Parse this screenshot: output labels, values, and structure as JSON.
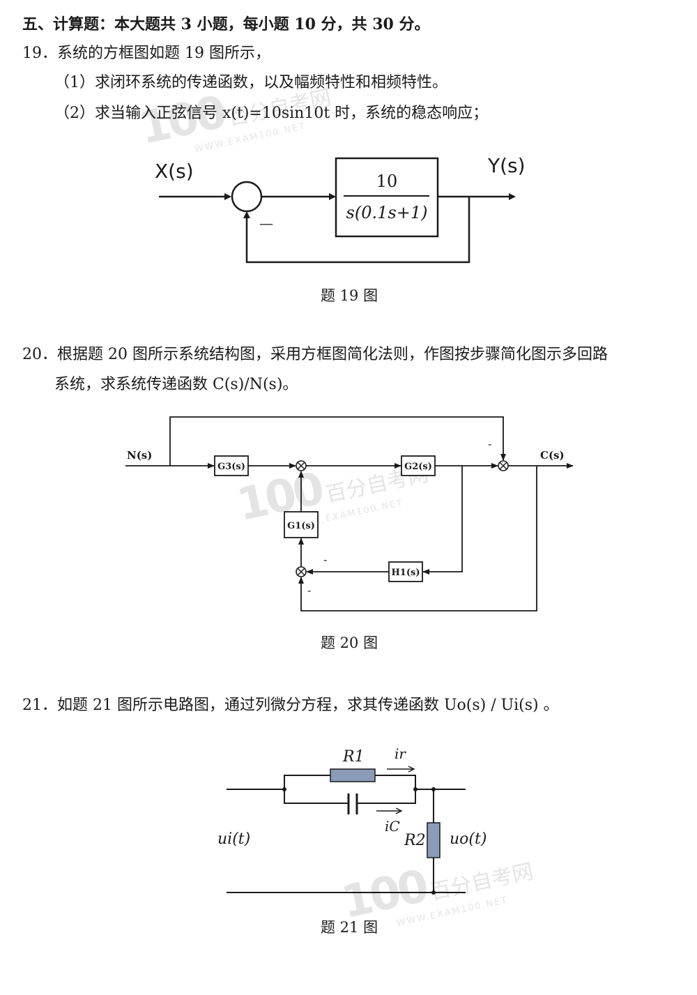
{
  "section": {
    "heading": "五、计算题：本大题共 3 小题，每小题 10 分，共 30 分。"
  },
  "q19": {
    "stem": "19．系统的方框图如题 19 图所示，",
    "part1": "（1）求闭环系统的传递函数，以及幅频特性和相频特性。",
    "part2": "（2）求当输入正弦信号 x(t)=10sin10t 时，系统的稳态响应；",
    "fig": {
      "input_label": "X(s)",
      "output_label": "Y(s)",
      "tf_numerator": "10",
      "tf_denominator": "s(0.1s+1)",
      "feedback_sign": "—",
      "caption": "题 19 图"
    }
  },
  "q20": {
    "line1": "20．根据题 20 图所示系统结构图，采用方框图简化法则，作图按步骤简化图示多回路",
    "line2": "系统，求系统传递函数 C(s)/N(s)。",
    "fig": {
      "input_label": "N(s)",
      "output_label": "C(s)",
      "g1": "G1(s)",
      "g2": "G2(s)",
      "g3": "G3(s)",
      "h1": "H1(s)",
      "minus1": "-",
      "minus2": "-",
      "minus3": "-",
      "caption": "题 20 图"
    }
  },
  "q21": {
    "stem": "21．如题 21 图所示电路图，通过列微分方程，求其传递函数 Uo(s) / Ui(s) 。",
    "fig": {
      "r1": "R1",
      "r2": "R2",
      "ir": "ir",
      "ic": "iC",
      "ui": "ui(t)",
      "uo": "uo(t)",
      "caption": "题 21 图"
    }
  },
  "watermark": {
    "logo": "100",
    "brand": "百分自考网",
    "url": "WWW.EXAM100.NET"
  }
}
